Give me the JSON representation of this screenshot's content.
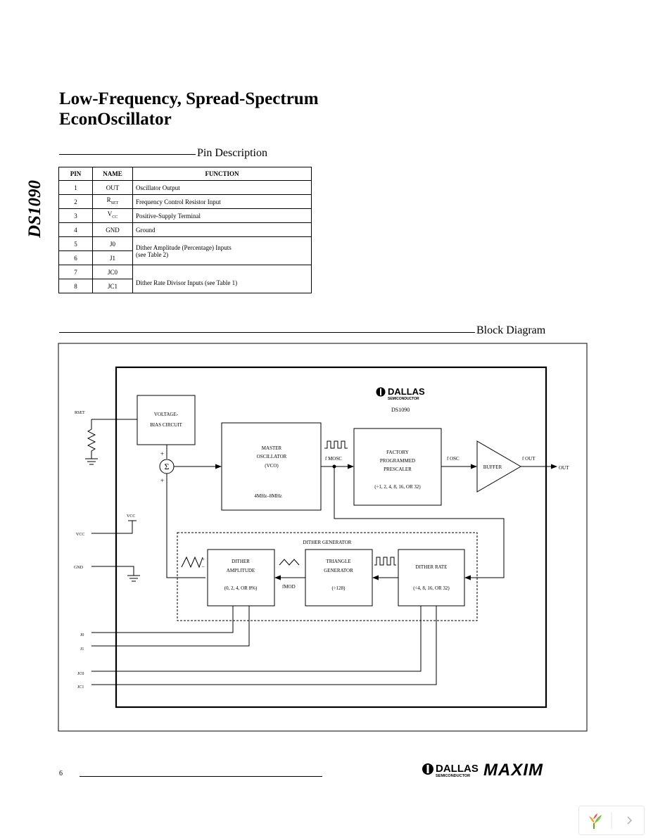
{
  "title": {
    "line1": "Low-Frequency, Spread-Spectrum",
    "line2": "EconOscillator"
  },
  "side_label": "DS1090",
  "page_number": "6",
  "pin_description": {
    "heading": "Pin Description",
    "columns": [
      "PIN",
      "NAME",
      "FUNCTION"
    ],
    "rows": [
      {
        "pin": "1",
        "name": "OUT",
        "function": "Oscillator Output"
      },
      {
        "pin": "2",
        "name_main": "R",
        "name_sub": "SET",
        "function": "Frequency Control Resistor Input"
      },
      {
        "pin": "3",
        "name_main": "V",
        "name_sub": "CC",
        "function": "Positive-Supply Terminal"
      },
      {
        "pin": "4",
        "name": "GND",
        "function": "Ground"
      },
      {
        "pin": "5",
        "name": "J0",
        "function": "Dither Amplitude (Percentage) Inputs"
      },
      {
        "pin": "6",
        "name": "J1",
        "function": "(see Table 2)"
      },
      {
        "pin": "7",
        "name": "JC0",
        "function": "Dither Rate Divisor Inputs (see Table 1)"
      },
      {
        "pin": "8",
        "name": "JC1",
        "function": ""
      }
    ]
  },
  "block_diagram": {
    "heading": "Block Diagram",
    "logo": {
      "brand": "DALLAS",
      "sub": "SEMICONDUCTOR"
    },
    "part": "DS1090",
    "blocks": {
      "voltage_bias": [
        "VOLTAGE-",
        "BIAS CIRCUIT"
      ],
      "master_osc": [
        "MASTER",
        "OSCILLATOR",
        "(VCO)"
      ],
      "master_osc_range": "4MHz–8MHz",
      "prescaler": [
        "FACTORY",
        "PROGRAMMED",
        "PRESCALER"
      ],
      "prescaler_opts": "(÷1, 2, 4, 8, 16, OR 32)",
      "buffer": "BUFFER",
      "dither_generator": "DITHER GENERATOR",
      "dither_amp": [
        "DITHER",
        "AMPLITUDE"
      ],
      "dither_amp_opts": "(0, 2, 4, OR 8%)",
      "triangle_gen": [
        "TRIANGLE",
        "GENERATOR"
      ],
      "triangle_div": "(÷128)",
      "dither_rate": "DITHER RATE",
      "dither_rate_opts": "(÷4, 8, 16, OR 32)"
    },
    "signals": {
      "rset": "RSET",
      "vcc": "VCC",
      "gnd": "GND",
      "j0": "J0",
      "j1": "J1",
      "jc0": "JC0",
      "jc1": "JC1",
      "out": "OUT",
      "fmod": "fMOD",
      "fmosc": "f MOSC",
      "fosc": "f OSC",
      "fout": "f OUT",
      "plus": "+",
      "minus": "–",
      "sigma": "Σ"
    }
  },
  "footer": {
    "dallas_brand": "DALLAS",
    "dallas_sub": "SEMICONDUCTOR",
    "maxim_logo_text": "MAXIM"
  },
  "icons": [
    "dallas-logo-icon",
    "resistor-icon",
    "ground-icon",
    "summing-junction-icon",
    "square-wave-icon",
    "triangle-wave-icon",
    "sawtooth-wave-icon",
    "buffer-amplifier-icon",
    "viewer-logo-icon",
    "chevron-right-icon"
  ]
}
